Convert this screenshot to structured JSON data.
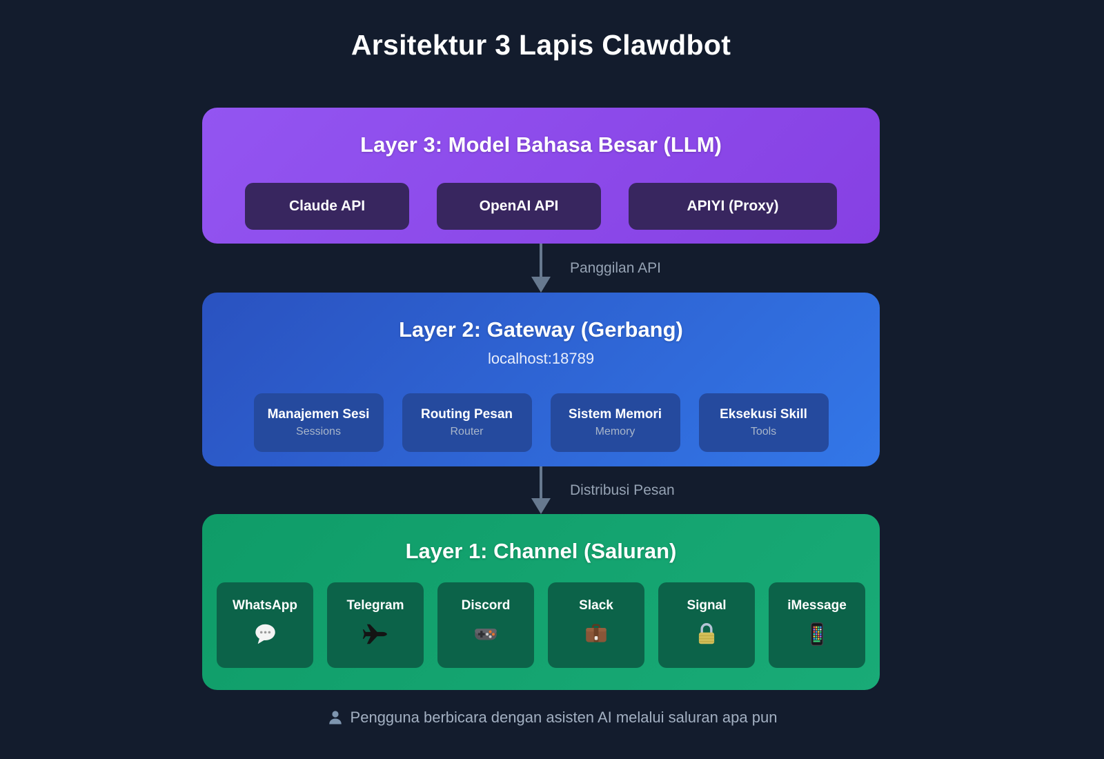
{
  "page": {
    "title": "Arsitektur 3 Lapis Clawdbot"
  },
  "colors": {
    "background": "#131c2d",
    "layer3_purple": "#8b46ea",
    "layer3_chip": "#38265f",
    "layer2_blue": "#2e63d8",
    "layer2_chip": "#254a9e",
    "layer1_green": "#14a370",
    "layer1_chip": "#0c6349",
    "arrow": "#67798f",
    "muted_text": "#96a3b4",
    "heading_text": "#ffffff"
  },
  "layers": {
    "llm": {
      "title": "Layer 3: Model Bahasa Besar (LLM)",
      "items": [
        {
          "label": "Claude API"
        },
        {
          "label": "OpenAI API"
        },
        {
          "label": "APIYI (Proxy)"
        }
      ]
    },
    "gateway": {
      "title": "Layer 2: Gateway (Gerbang)",
      "host": "localhost:18789",
      "items": [
        {
          "title": "Manajemen Sesi",
          "subtitle": "Sessions"
        },
        {
          "title": "Routing Pesan",
          "subtitle": "Router"
        },
        {
          "title": "Sistem Memori",
          "subtitle": "Memory"
        },
        {
          "title": "Eksekusi Skill",
          "subtitle": "Tools"
        }
      ]
    },
    "channels": {
      "title": "Layer 1: Channel (Saluran)",
      "items": [
        {
          "label": "WhatsApp",
          "icon": "speech-balloon-icon"
        },
        {
          "label": "Telegram",
          "icon": "airplane-icon"
        },
        {
          "label": "Discord",
          "icon": "game-controller-icon"
        },
        {
          "label": "Slack",
          "icon": "briefcase-icon"
        },
        {
          "label": "Signal",
          "icon": "lock-icon"
        },
        {
          "label": "iMessage",
          "icon": "mobile-phone-icon"
        }
      ]
    }
  },
  "arrows": [
    {
      "label": "Panggilan API"
    },
    {
      "label": "Distribusi Pesan"
    }
  ],
  "footer": {
    "icon": "user-icon",
    "text": "Pengguna berbicara dengan asisten AI melalui saluran apa pun"
  }
}
